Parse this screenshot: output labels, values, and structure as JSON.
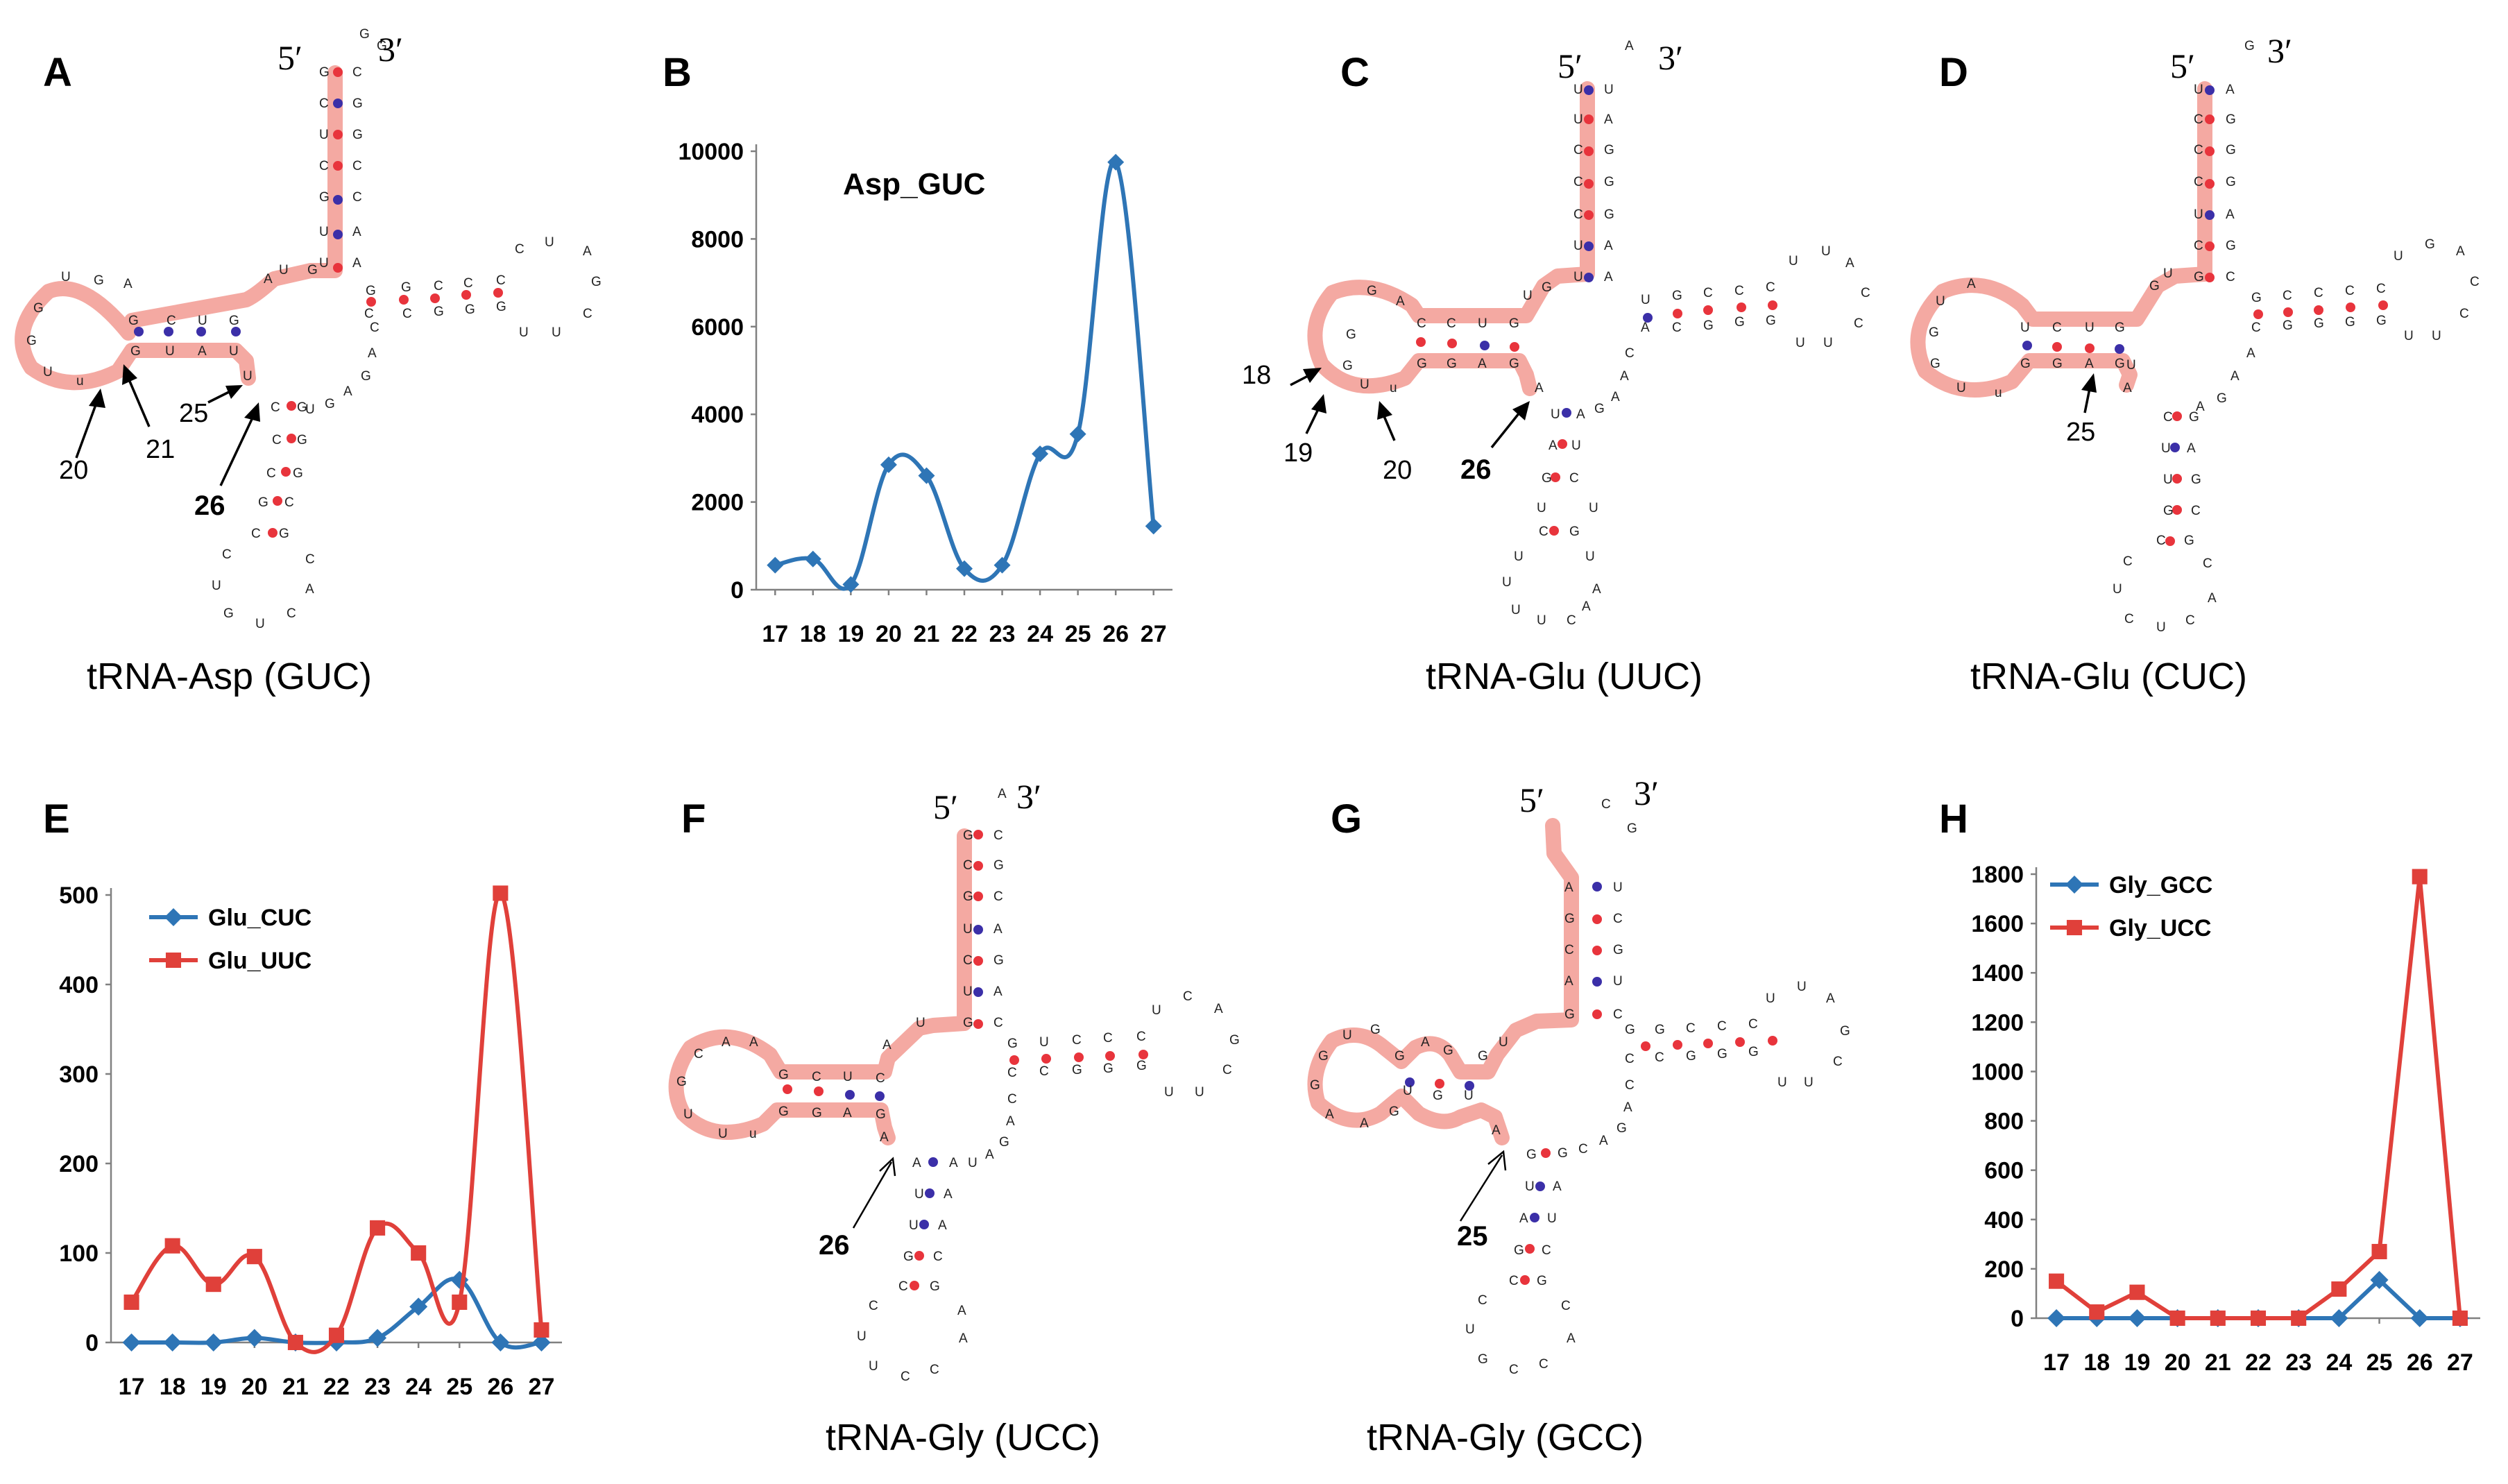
{
  "panels": {
    "A": {
      "letter": "A",
      "caption": "tRNA-Asp (GUC)",
      "five": "5′",
      "three": "3′",
      "labels": {
        "p20": "20",
        "p21": "21",
        "p25": "25",
        "p26": "26"
      }
    },
    "B": {
      "letter": "B"
    },
    "C": {
      "letter": "C",
      "caption": "tRNA-Glu (UUC)",
      "five": "5′",
      "three": "3′",
      "labels": {
        "p18": "18",
        "p19": "19",
        "p20": "20",
        "p26": "26"
      }
    },
    "D": {
      "letter": "D",
      "caption": "tRNA-Glu (CUC)",
      "five": "5′",
      "three": "3′",
      "labels": {
        "p25": "25"
      }
    },
    "E": {
      "letter": "E"
    },
    "F": {
      "letter": "F",
      "caption": "tRNA-Gly (UCC)",
      "five": "5′",
      "three": "3′",
      "labels": {
        "p26": "26"
      }
    },
    "G": {
      "letter": "G",
      "caption": "tRNA-Gly (GCC)",
      "five": "5′",
      "three": "3′",
      "labels": {
        "p25": "25"
      }
    },
    "H": {
      "letter": "H"
    }
  },
  "colors": {
    "blue_series": "#2e75b6",
    "red_series": "#e0403a",
    "highlight": "#f3a29a",
    "wc_pair": "#e8343c",
    "gu_pair": "#3b2fa8"
  },
  "chart_data": [
    {
      "panel": "B",
      "type": "line",
      "title": "Asp_GUC",
      "categories": [
        "17",
        "18",
        "19",
        "20",
        "21",
        "22",
        "23",
        "24",
        "25",
        "26",
        "27"
      ],
      "ylim": [
        0,
        10000
      ],
      "yticks": [
        0,
        2000,
        4000,
        6000,
        8000,
        10000
      ],
      "series": [
        {
          "name": "Asp_GUC",
          "values": [
            560,
            700,
            120,
            2850,
            2600,
            480,
            560,
            3100,
            3550,
            9750,
            1450
          ],
          "color": "#2e75b6",
          "marker": "diamond",
          "smooth": true
        }
      ],
      "legend": "none"
    },
    {
      "panel": "E",
      "type": "line",
      "categories": [
        "17",
        "18",
        "19",
        "20",
        "21",
        "22",
        "23",
        "24",
        "25",
        "26",
        "27"
      ],
      "ylim": [
        0,
        500
      ],
      "yticks": [
        0,
        100,
        200,
        300,
        400,
        500
      ],
      "series": [
        {
          "name": "Glu_CUC",
          "values": [
            0,
            0,
            0,
            5,
            0,
            0,
            5,
            40,
            70,
            0,
            0
          ],
          "color": "#2e75b6",
          "marker": "diamond",
          "smooth": true
        },
        {
          "name": "Glu_UUC",
          "values": [
            45,
            108,
            65,
            96,
            0,
            8,
            128,
            100,
            45,
            502,
            14
          ],
          "color": "#e0403a",
          "marker": "square",
          "smooth": true
        }
      ],
      "legend": "top-left"
    },
    {
      "panel": "H",
      "type": "line",
      "categories": [
        "17",
        "18",
        "19",
        "20",
        "21",
        "22",
        "23",
        "24",
        "25",
        "26",
        "27"
      ],
      "ylim": [
        0,
        1800
      ],
      "yticks": [
        0,
        200,
        400,
        600,
        800,
        1000,
        1200,
        1400,
        1600,
        1800
      ],
      "series": [
        {
          "name": "Gly_GCC",
          "values": [
            0,
            0,
            0,
            0,
            0,
            0,
            0,
            0,
            155,
            0,
            0
          ],
          "color": "#2e75b6",
          "marker": "diamond",
          "smooth": false
        },
        {
          "name": "Gly_UCC",
          "values": [
            150,
            25,
            105,
            0,
            0,
            0,
            0,
            118,
            270,
            1790,
            0
          ],
          "color": "#e0403a",
          "marker": "square",
          "smooth": false
        }
      ],
      "legend": "top-left"
    }
  ]
}
